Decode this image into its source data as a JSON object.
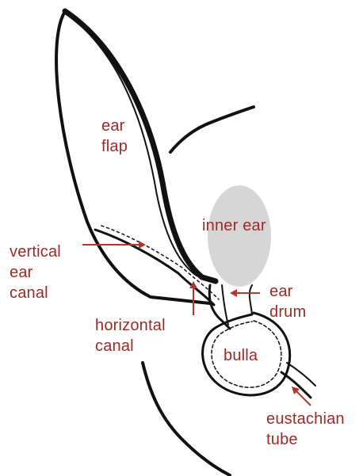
{
  "colors": {
    "label": "#9a2a26",
    "arrow": "#b2362f",
    "outline": "#111111",
    "inner_ear_fill": "#d6d6d6",
    "background": "#ffffff"
  },
  "labels": {
    "ear_flap": [
      "ear",
      "flap"
    ],
    "inner_ear": [
      "inner ear"
    ],
    "vertical_canal": [
      "vertical",
      "ear",
      "canal"
    ],
    "ear_drum": [
      "ear",
      "drum"
    ],
    "horizontal_canal": [
      "horizontal",
      "canal"
    ],
    "bulla": [
      "bulla"
    ],
    "eustachian_tube": [
      "eustachian",
      "tube"
    ]
  }
}
